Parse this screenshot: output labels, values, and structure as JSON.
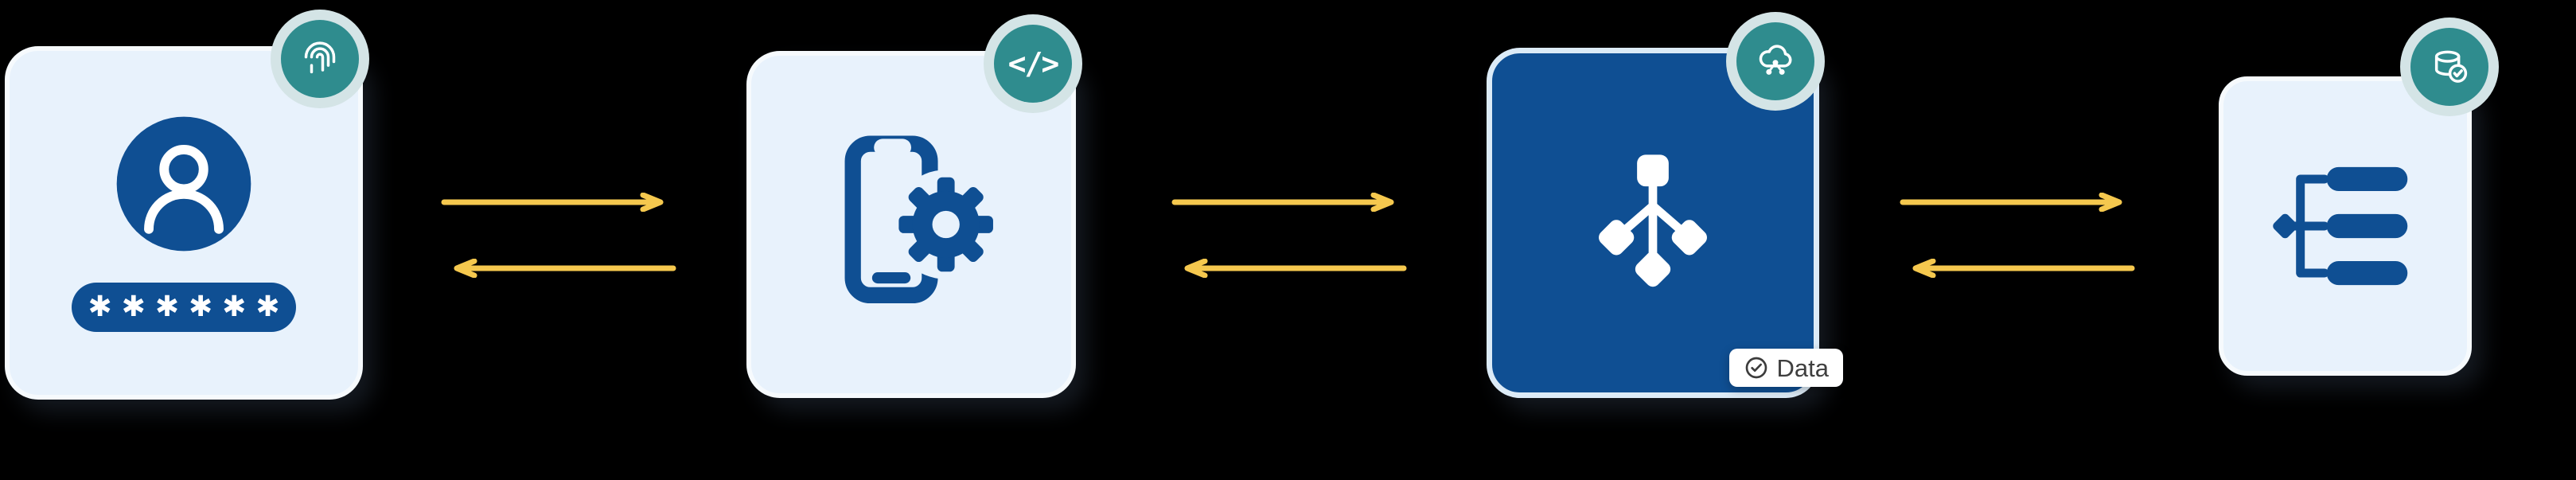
{
  "diagram": {
    "background": "#000000",
    "colors": {
      "card_light": "#e8f2fc",
      "card_light_border": "#f6fafd",
      "card_dark": "#0f4f93",
      "icon_blue": "#0f4f93",
      "badge_teal": "#2f8c8e",
      "badge_ring": "#d4e4e6",
      "arrow_gold": "#f5c84e",
      "tag_bg": "#ffffff",
      "tag_text": "#3f3f3f"
    },
    "icons": {
      "code_glyph": "</>",
      "password_mask": "✱✱✱✱✱✱"
    },
    "nodes": [
      {
        "name": "identity-node",
        "style": "light",
        "main_icon": "user-avatar-password-icon",
        "badge_icon": "fingerprint-icon"
      },
      {
        "name": "mobile-app-node",
        "style": "light",
        "main_icon": "smartphone-gear-icon",
        "badge_icon": "code-icon"
      },
      {
        "name": "decision-service-node",
        "style": "dark",
        "main_icon": "decision-tree-icon",
        "badge_icon": "cloud-network-icon",
        "tag": {
          "text": "Data",
          "icon": "check-circle-icon"
        }
      },
      {
        "name": "data-structure-node",
        "style": "light",
        "main_icon": "tree-list-icon",
        "badge_icon": "database-check-icon"
      }
    ],
    "connectors": [
      {
        "from": "identity-node",
        "to": "mobile-app-node",
        "direction": "bidirectional",
        "style": "arrow-pair"
      },
      {
        "from": "mobile-app-node",
        "to": "decision-service-node",
        "direction": "bidirectional",
        "style": "arrow-pair"
      },
      {
        "from": "decision-service-node",
        "to": "data-structure-node",
        "direction": "bidirectional",
        "style": "arrow-pair"
      }
    ]
  }
}
